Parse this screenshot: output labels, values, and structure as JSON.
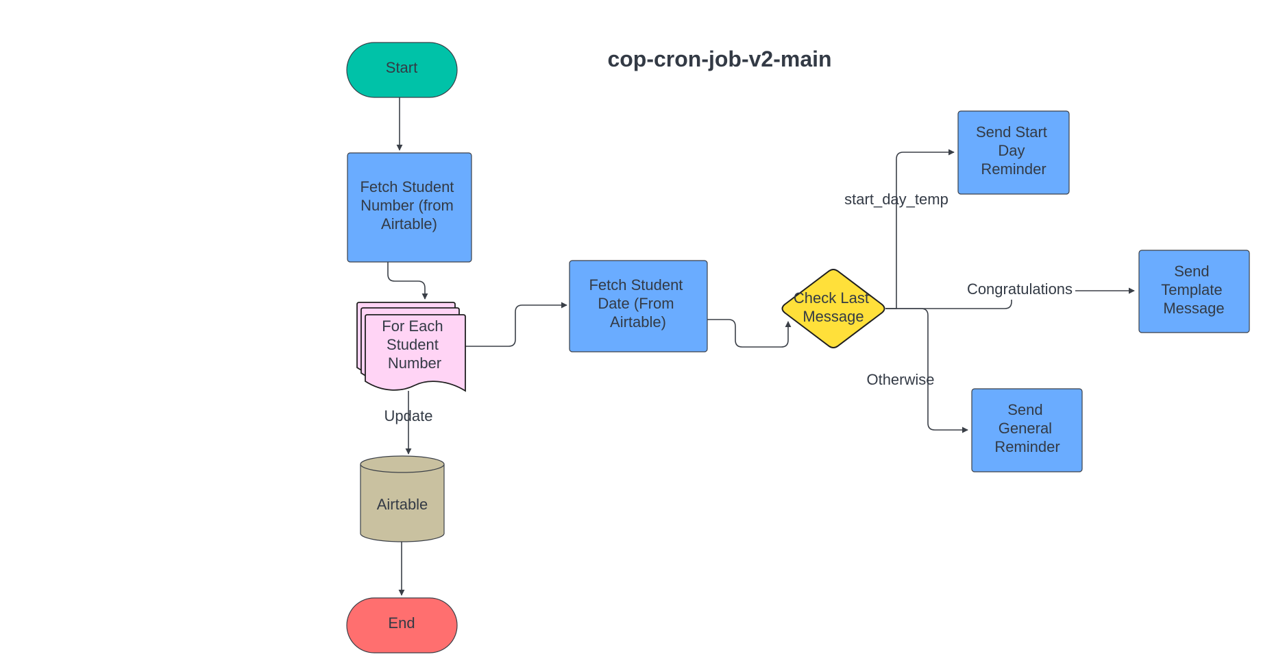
{
  "title": "cop-cron-job-v2-main",
  "colors": {
    "start": "#00c2a8",
    "end": "#ff6f6f",
    "process": "#6aacff",
    "loop": "#ffd4f5",
    "database": "#c9c1a0",
    "decision": "#ffe03a",
    "stroke": "#3a3f47"
  },
  "nodes": {
    "start": {
      "label": "Start"
    },
    "fetch_number": {
      "lines": [
        "Fetch Student",
        "Number (from",
        "Airtable)"
      ]
    },
    "for_each": {
      "lines": [
        "For Each",
        "Student",
        "Number"
      ]
    },
    "airtable": {
      "label": "Airtable"
    },
    "end": {
      "label": "End"
    },
    "fetch_date": {
      "lines": [
        "Fetch Student",
        "Date (From",
        "Airtable)"
      ]
    },
    "check": {
      "lines": [
        "Check Last",
        "Message"
      ]
    },
    "send_start": {
      "lines": [
        "Send Start",
        "Day",
        "Reminder"
      ]
    },
    "send_template": {
      "lines": [
        "Send",
        "Template",
        "Message"
      ]
    },
    "send_general": {
      "lines": [
        "Send",
        "General",
        "Reminder"
      ]
    }
  },
  "edge_labels": {
    "update": "Update",
    "start_day_temp": "start_day_temp",
    "congratulations": "Congratulations",
    "otherwise": "Otherwise"
  }
}
